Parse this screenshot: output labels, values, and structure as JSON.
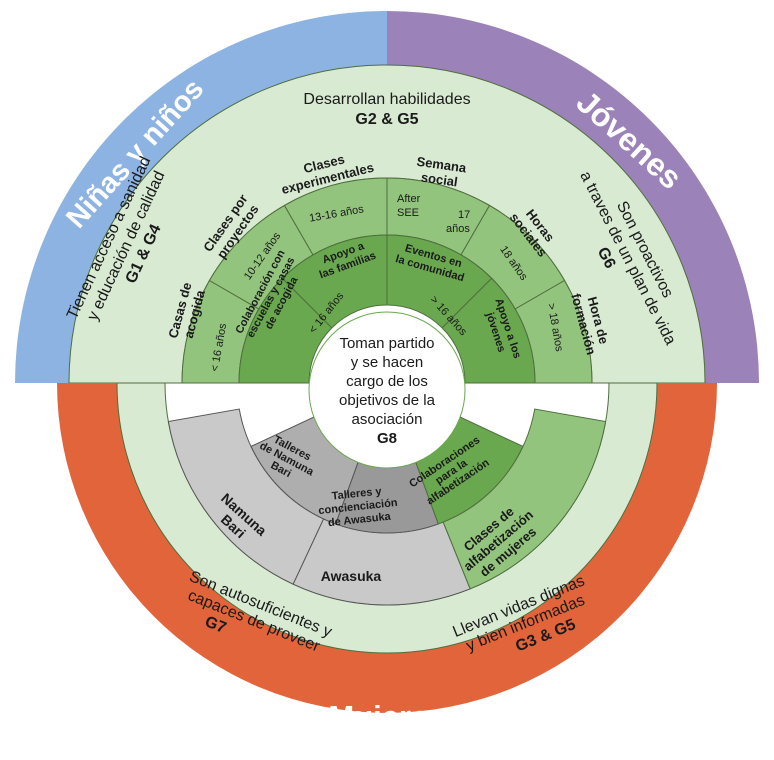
{
  "colors": {
    "ninos_band": "#8db3e2",
    "jovenes_band": "#9b82b9",
    "mujeres_band": "#e2643b",
    "light_green": "#d9ead3",
    "mid_green": "#93c47d",
    "dark_green": "#6aa84f",
    "grey_light": "#c9c9c9",
    "grey_mid": "#aeaeae",
    "grey_dark": "#999999",
    "center": "#ffffff"
  },
  "bands": {
    "ninos": "Niñas y niños",
    "jovenes": "Jóvenes",
    "mujeres": "Mujeres"
  },
  "outcomes": {
    "top": {
      "text": "Desarrollan habilidades",
      "goal": "G2 & G5"
    },
    "ninos": {
      "line1": "Tienen acceso a sanidad",
      "line2": "y educación de calidad",
      "goal": "G1 & G4"
    },
    "jovenes": {
      "line1": "Son proactivos",
      "line2": "a traves de un plan de vida",
      "goal": "G6"
    },
    "mujeres_left": {
      "line1": "Son autosuficientes y",
      "line2": "capaces de proveer",
      "goal": "G7"
    },
    "mujeres_right": {
      "line1": "Llevan vidas dignas",
      "line2": "y bien informadas",
      "goal": "G3 & G5"
    }
  },
  "center": {
    "lines": [
      "Toman partido",
      "y se hacen",
      "cargo de los",
      "objetivos de la",
      "asociación"
    ],
    "goal": "G8"
  },
  "programs_top": [
    {
      "lines": [
        "Casas de",
        "acogida"
      ],
      "age": "< 16 años"
    },
    {
      "lines": [
        "Clases por",
        "proyectos"
      ],
      "age": "10-12 años"
    },
    {
      "lines": [
        "Clases",
        "experimentales"
      ],
      "age": "13-16 años"
    },
    {
      "lines": [
        "Semana",
        "social"
      ],
      "age_left": [
        "After",
        "SEE"
      ],
      "age_right": [
        "17",
        "años"
      ]
    },
    {
      "lines": [
        "Horas",
        "sociales"
      ],
      "age": "18 años"
    },
    {
      "lines": [
        "Hora de",
        "formación"
      ],
      "age": "> 18 años"
    }
  ],
  "inner_top": [
    {
      "lines": [
        "Colaboración con",
        "escuelas y casas",
        "de acogida"
      ],
      "age": "< 16 años"
    },
    {
      "lines": [
        "Apoyo a",
        "las familias"
      ]
    },
    {
      "lines": [
        "Eventos en",
        "la comunidad"
      ],
      "age": "> 16 años"
    },
    {
      "lines": [
        "Apoyo a los",
        "jóvenes"
      ]
    }
  ],
  "programs_bottom": {
    "talleres_namuna": [
      "Talleres",
      "de Namuna",
      "Bari"
    ],
    "talleres_awasuka": [
      "Talleres y",
      "concienciación",
      "de Awasuka"
    ],
    "colaboraciones": [
      "Colaboraciones",
      "para la",
      "alfabetización"
    ],
    "namuna_bari": [
      "Namuna",
      "Bari"
    ],
    "awasuka": "Awasuka",
    "clases_alfab": [
      "Clases de",
      "alfabetización",
      "de mujeres"
    ]
  }
}
